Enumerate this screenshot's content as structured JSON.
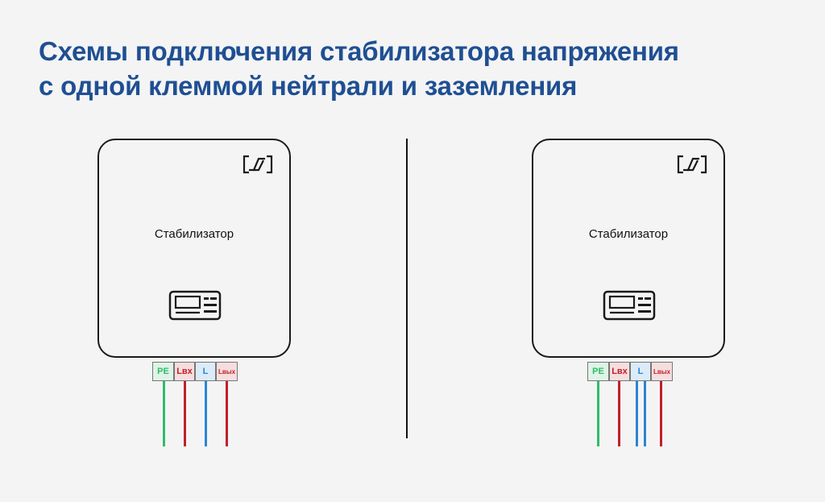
{
  "title": {
    "line1": "Схемы подключения стабилизатора напряжения",
    "line2": "с одной клеммой нейтрали и заземления"
  },
  "colors": {
    "title": "#1f4f93",
    "pe": "#2ebd6a",
    "phase": "#c21f2a",
    "neutral": "#2a86d4"
  },
  "diagrams": [
    {
      "unit_label": "Стабилизатор",
      "terminals": [
        "PE",
        "Lвх",
        "L",
        "Lвых"
      ],
      "wires": [
        "PE",
        "Lвх",
        "L",
        "Lвых"
      ]
    },
    {
      "unit_label": "Стабилизатор",
      "terminals": [
        "PE",
        "Lвх",
        "L",
        "Lвых"
      ],
      "wires": [
        "PE",
        "Lвх",
        "L",
        "L",
        "Lвых"
      ]
    }
  ],
  "icons": {
    "logo": "stabilizer-logo-icon",
    "display": "display-panel-icon"
  }
}
